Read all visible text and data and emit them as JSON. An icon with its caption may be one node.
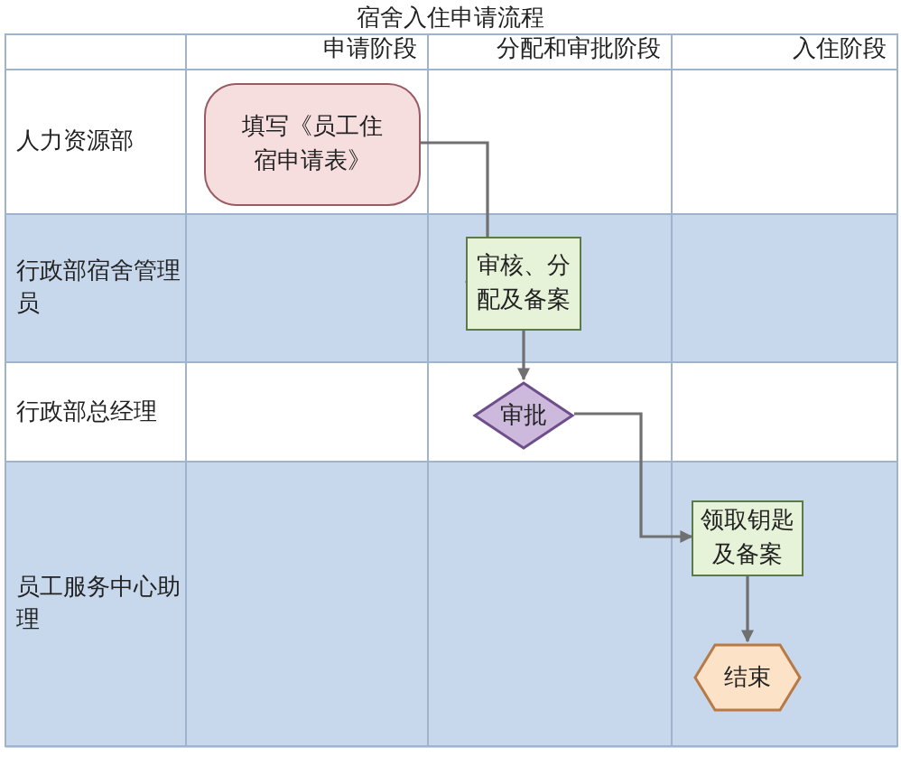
{
  "diagram": {
    "title": "宿舍入住申请流程",
    "nodes": [
      {
        "text": [
          "人力资源部"
        ]
      },
      {
        "text": [
          "填写《员工住宿申请表》"
        ],
        "in": 0
      },
      {
        "text": [
          "行政部宿舍管理员"
        ]
      },
      {
        "text": [
          "审核、分配及备案"
        ],
        "in": 2
      },
      {
        "text": [
          "行政部总经理"
        ]
      },
      {
        "text": [
          "审批"
        ],
        "in": 4
      },
      {
        "text": [
          "员工服务中心助理"
        ]
      },
      {
        "text": [
          "领取钥匙及备案"
        ],
        "in": 6
      },
      {
        "text": [
          "结束"
        ],
        "in": 6
      }
    ],
    "edges": [
      {
        "from": 1,
        "to": 3,
        "arrow": "to"
      },
      {
        "from": 3,
        "to": 5,
        "arrow": "to"
      },
      {
        "from": 5,
        "to": 7,
        "arrow": "to"
      },
      {
        "from": 7,
        "to": 8,
        "arrow": "to"
      }
    ],
    "labels": [
      "申请阶段",
      "分配和审批阶段",
      "入住阶段"
    ]
  }
}
